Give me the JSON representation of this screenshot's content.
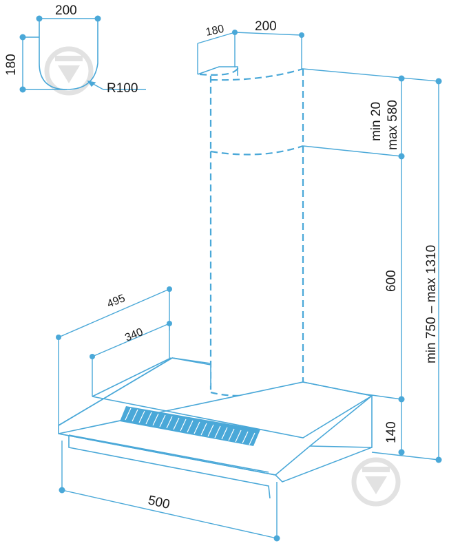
{
  "top_view": {
    "width_label": "200",
    "depth_label": "180",
    "radius_label": "R100"
  },
  "chimney": {
    "depth_label": "180",
    "width_label": "200",
    "overlap_min_label": "min 20",
    "overlap_max_label": "max 580",
    "lower_label": "600",
    "total_label": "min 750  –  max 1310"
  },
  "hood": {
    "depth_label": "495",
    "inner_depth_label": "340",
    "width_label": "500",
    "height_label": "140"
  },
  "colors": {
    "line": "#4aa8d8",
    "text": "#1a1a1a",
    "watermark": "#e2e2e2"
  },
  "icons": {
    "watermark_top": "watermark-logo-icon",
    "watermark_bottom": "watermark-logo-icon"
  }
}
